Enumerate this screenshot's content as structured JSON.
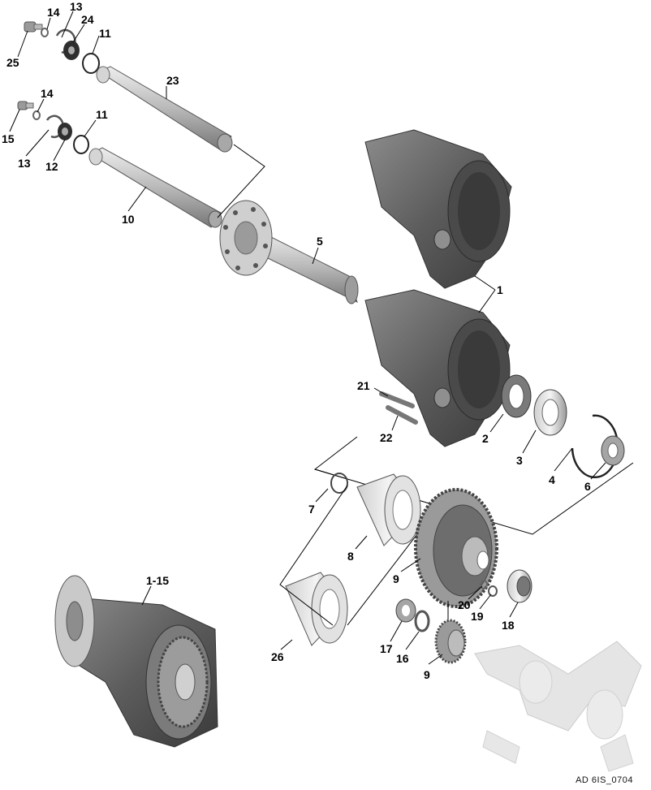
{
  "callouts": {
    "c1": "1",
    "c1_15": "1-15",
    "c2": "2",
    "c3": "3",
    "c4": "4",
    "c5": "5",
    "c6": "6",
    "c7": "7",
    "c8": "8",
    "c9a": "9",
    "c9b": "9",
    "c10": "10",
    "c11a": "11",
    "c11b": "11",
    "c12": "12",
    "c13a": "13",
    "c13b": "13",
    "c14a": "14",
    "c14b": "14",
    "c15": "15",
    "c16": "16",
    "c17": "17",
    "c18": "18",
    "c19": "19",
    "c20": "20",
    "c21": "21",
    "c22": "22",
    "c23": "23",
    "c24": "24",
    "c25": "25",
    "c26": "26"
  },
  "reference_code": "AD 6IS_0704",
  "colors": {
    "housing": "#6e6e6e",
    "housing_dark": "#3f3f3f",
    "shaft": "#bdbdbd",
    "gear": "#8a8a8a",
    "ghost": "#e3e3e3"
  }
}
